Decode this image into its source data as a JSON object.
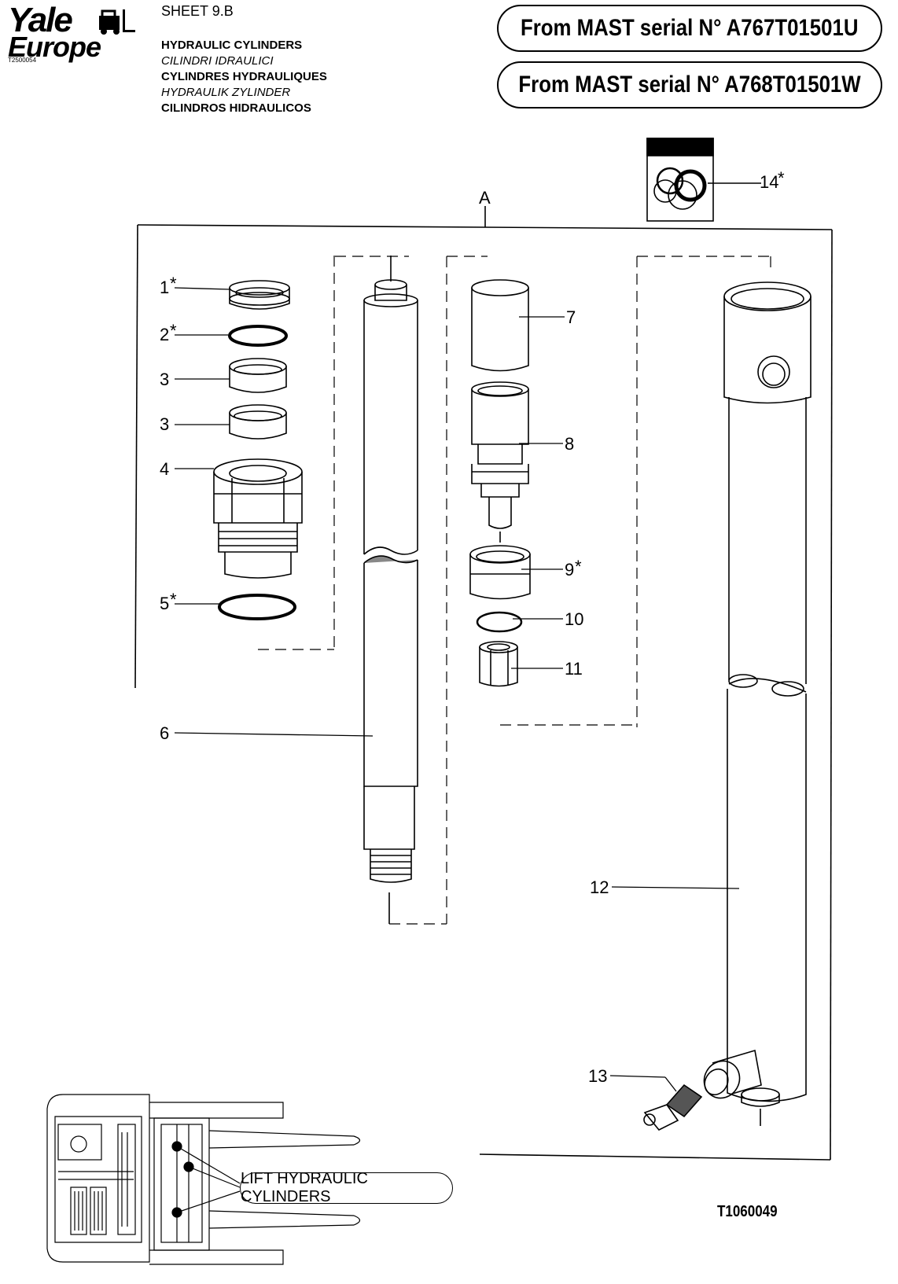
{
  "logo": {
    "line1": "Yale",
    "line2": "Europe",
    "code": "T2500054"
  },
  "sheet": "SHEET  9.B",
  "titles": {
    "en": "HYDRAULIC CYLINDERS",
    "it": "CILINDRI IDRAULICI",
    "fr": "CYLINDRES HYDRAULIQUES",
    "de": "HYDRAULIK ZYLINDER",
    "es": "CILINDROS HIDRAULICOS"
  },
  "serials": [
    "From MAST serial N° A767T01501U",
    "From MAST serial N° A768T01501W"
  ],
  "assembly_label": "A",
  "parts": {
    "p1": "1",
    "p2": "2",
    "p3a": "3",
    "p3b": "3",
    "p4": "4",
    "p5": "5",
    "p6": "6",
    "p7": "7",
    "p8": "8",
    "p9": "9",
    "p10": "10",
    "p11": "11",
    "p12": "12",
    "p13": "13",
    "p14": "14",
    "star": "*"
  },
  "callout": "LIFT HYDRAULIC CYLINDERS",
  "drawing_ref": "T1060049"
}
